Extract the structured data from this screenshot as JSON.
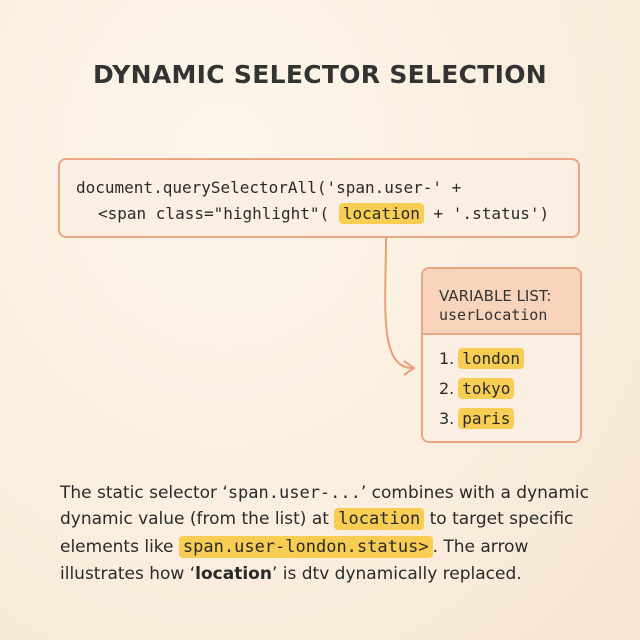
{
  "title": "DYNAMIC SELECTOR SELECTION",
  "code": {
    "line1": "document.querySelectorAll('span.user-' +",
    "line2_prefix": "<span class=\"highlight\"(",
    "line2_highlight": "location",
    "line2_suffix": "+ '.status')"
  },
  "variable_list": {
    "header_label": "VARIABLE LIST:",
    "header_name": "userLocation",
    "items": [
      {
        "num": "1.",
        "value": "london"
      },
      {
        "num": "2.",
        "value": "tokyo"
      },
      {
        "num": "3.",
        "value": "paris"
      }
    ]
  },
  "description": {
    "l1_a": "The static selector ‘",
    "l1_code": "span.user-...",
    "l1_b": "’ combines with a dynamic",
    "l2_a": "dynamic value (from the list) at ",
    "l2_hl": "location",
    "l2_b": " to target specific",
    "l3_a": "elements like ",
    "l3_hl": "span.user-london.status>",
    "l3_b": ". The arrow",
    "l4_a": "illustrates how ‘",
    "l4_bold": "location",
    "l4_b": "’ is dtv dynamically replaced."
  },
  "colors": {
    "highlight": "#f7cd54",
    "border": "#e8a782",
    "arrow": "#e8a07a",
    "header_bg": "#f9d4bd"
  }
}
